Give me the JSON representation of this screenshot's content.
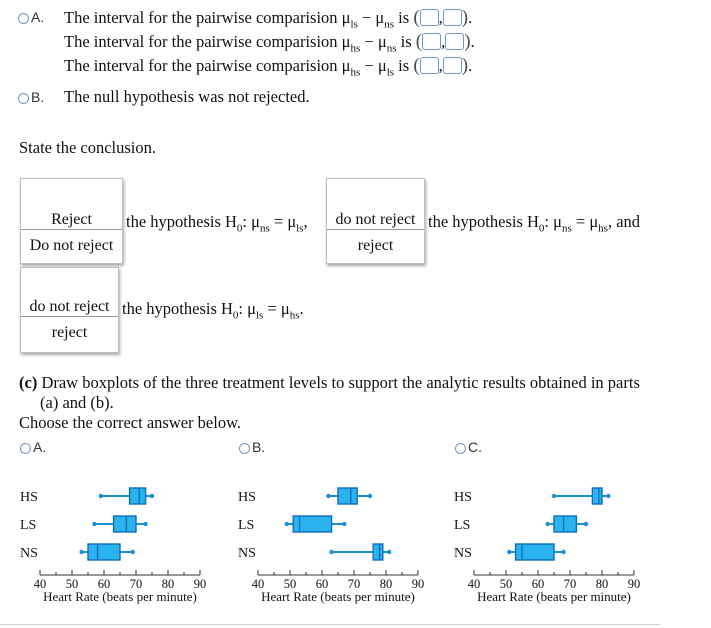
{
  "part_b": {
    "option_a": {
      "letter": "A.",
      "lines": [
        {
          "prefix": "The interval for the pairwise comparision ",
          "mu1": "ls",
          "mu2": "ns",
          "suffix": " is"
        },
        {
          "prefix": "The interval for the pairwise comparision ",
          "mu1": "hs",
          "mu2": "ns",
          "suffix": " is"
        },
        {
          "prefix": "The interval for the pairwise comparision ",
          "mu1": "hs",
          "mu2": "ls",
          "suffix": " is"
        }
      ]
    },
    "option_b": {
      "letter": "B.",
      "text": "The null hypothesis was not rejected."
    }
  },
  "conclusion": {
    "prompt": "State the conclusion.",
    "dropdown1": {
      "options": [
        "Reject",
        "Do not reject"
      ]
    },
    "text1": {
      "prefix": "the hypothesis H",
      "sub": "0",
      "body": ": μ",
      "s1": "ns",
      "eq": " = μ",
      "s2": "ls",
      "end": ","
    },
    "dropdown2": {
      "options": [
        "do not reject",
        "reject"
      ]
    },
    "text2": {
      "prefix": "the hypothesis H",
      "sub": "0",
      "body": ": μ",
      "s1": "ns",
      "eq": " = μ",
      "s2": "hs",
      "end": ", and"
    },
    "dropdown3": {
      "options": [
        "do not reject",
        "reject"
      ]
    },
    "text3": {
      "prefix": "the hypothesis H",
      "sub": "0",
      "body": ": μ",
      "s1": "ls",
      "eq": " = μ",
      "s2": "hs",
      "end": "."
    }
  },
  "part_c": {
    "label": "(c)",
    "question_line1": "Draw boxplots of the three treatment levels to support the analytic results obtained in parts",
    "question_line2": "(a) and (b).",
    "instruction": "Choose the correct answer below.",
    "options": [
      {
        "letter": "A."
      },
      {
        "letter": "B."
      },
      {
        "letter": "C."
      }
    ]
  },
  "chart_data": [
    {
      "type": "boxplot",
      "option": "A",
      "categories": [
        "HS",
        "LS",
        "NS"
      ],
      "xlabel": "Heart Rate (beats per minute)",
      "xlim": [
        40,
        90
      ],
      "xticks": [
        "40",
        "50",
        "60",
        "70",
        "80",
        "90"
      ],
      "boxes": [
        {
          "name": "HS",
          "min": 59,
          "q1": 68,
          "median": 71,
          "q3": 73,
          "max": 75
        },
        {
          "name": "LS",
          "min": 57,
          "q1": 63,
          "median": 67,
          "q3": 70,
          "max": 73
        },
        {
          "name": "NS",
          "min": 53,
          "q1": 55,
          "median": 58,
          "q3": 65,
          "max": 69
        }
      ]
    },
    {
      "type": "boxplot",
      "option": "B",
      "categories": [
        "HS",
        "LS",
        "NS"
      ],
      "xlabel": "Heart Rate (beats per minute)",
      "xlim": [
        40,
        90
      ],
      "xticks": [
        "40",
        "50",
        "60",
        "70",
        "80",
        "90"
      ],
      "boxes": [
        {
          "name": "HS",
          "min": 62,
          "q1": 65,
          "median": 69,
          "q3": 71,
          "max": 75
        },
        {
          "name": "LS",
          "min": 49,
          "q1": 51,
          "median": 53,
          "q3": 63,
          "max": 67
        },
        {
          "name": "NS",
          "min": 63,
          "q1": 76,
          "median": 78,
          "q3": 79,
          "max": 81
        }
      ]
    },
    {
      "type": "boxplot",
      "option": "C",
      "categories": [
        "HS",
        "LS",
        "NS"
      ],
      "xlabel": "Heart Rate (beats per minute)",
      "xlim": [
        40,
        90
      ],
      "xticks": [
        "40",
        "50",
        "60",
        "70",
        "80",
        "90"
      ],
      "boxes": [
        {
          "name": "HS",
          "min": 65,
          "q1": 77,
          "median": 79,
          "q3": 80,
          "max": 82
        },
        {
          "name": "LS",
          "min": 63,
          "q1": 65,
          "median": 68,
          "q3": 72,
          "max": 75
        },
        {
          "name": "NS",
          "min": 51,
          "q1": 53,
          "median": 55,
          "q3": 65,
          "max": 68
        }
      ]
    }
  ]
}
